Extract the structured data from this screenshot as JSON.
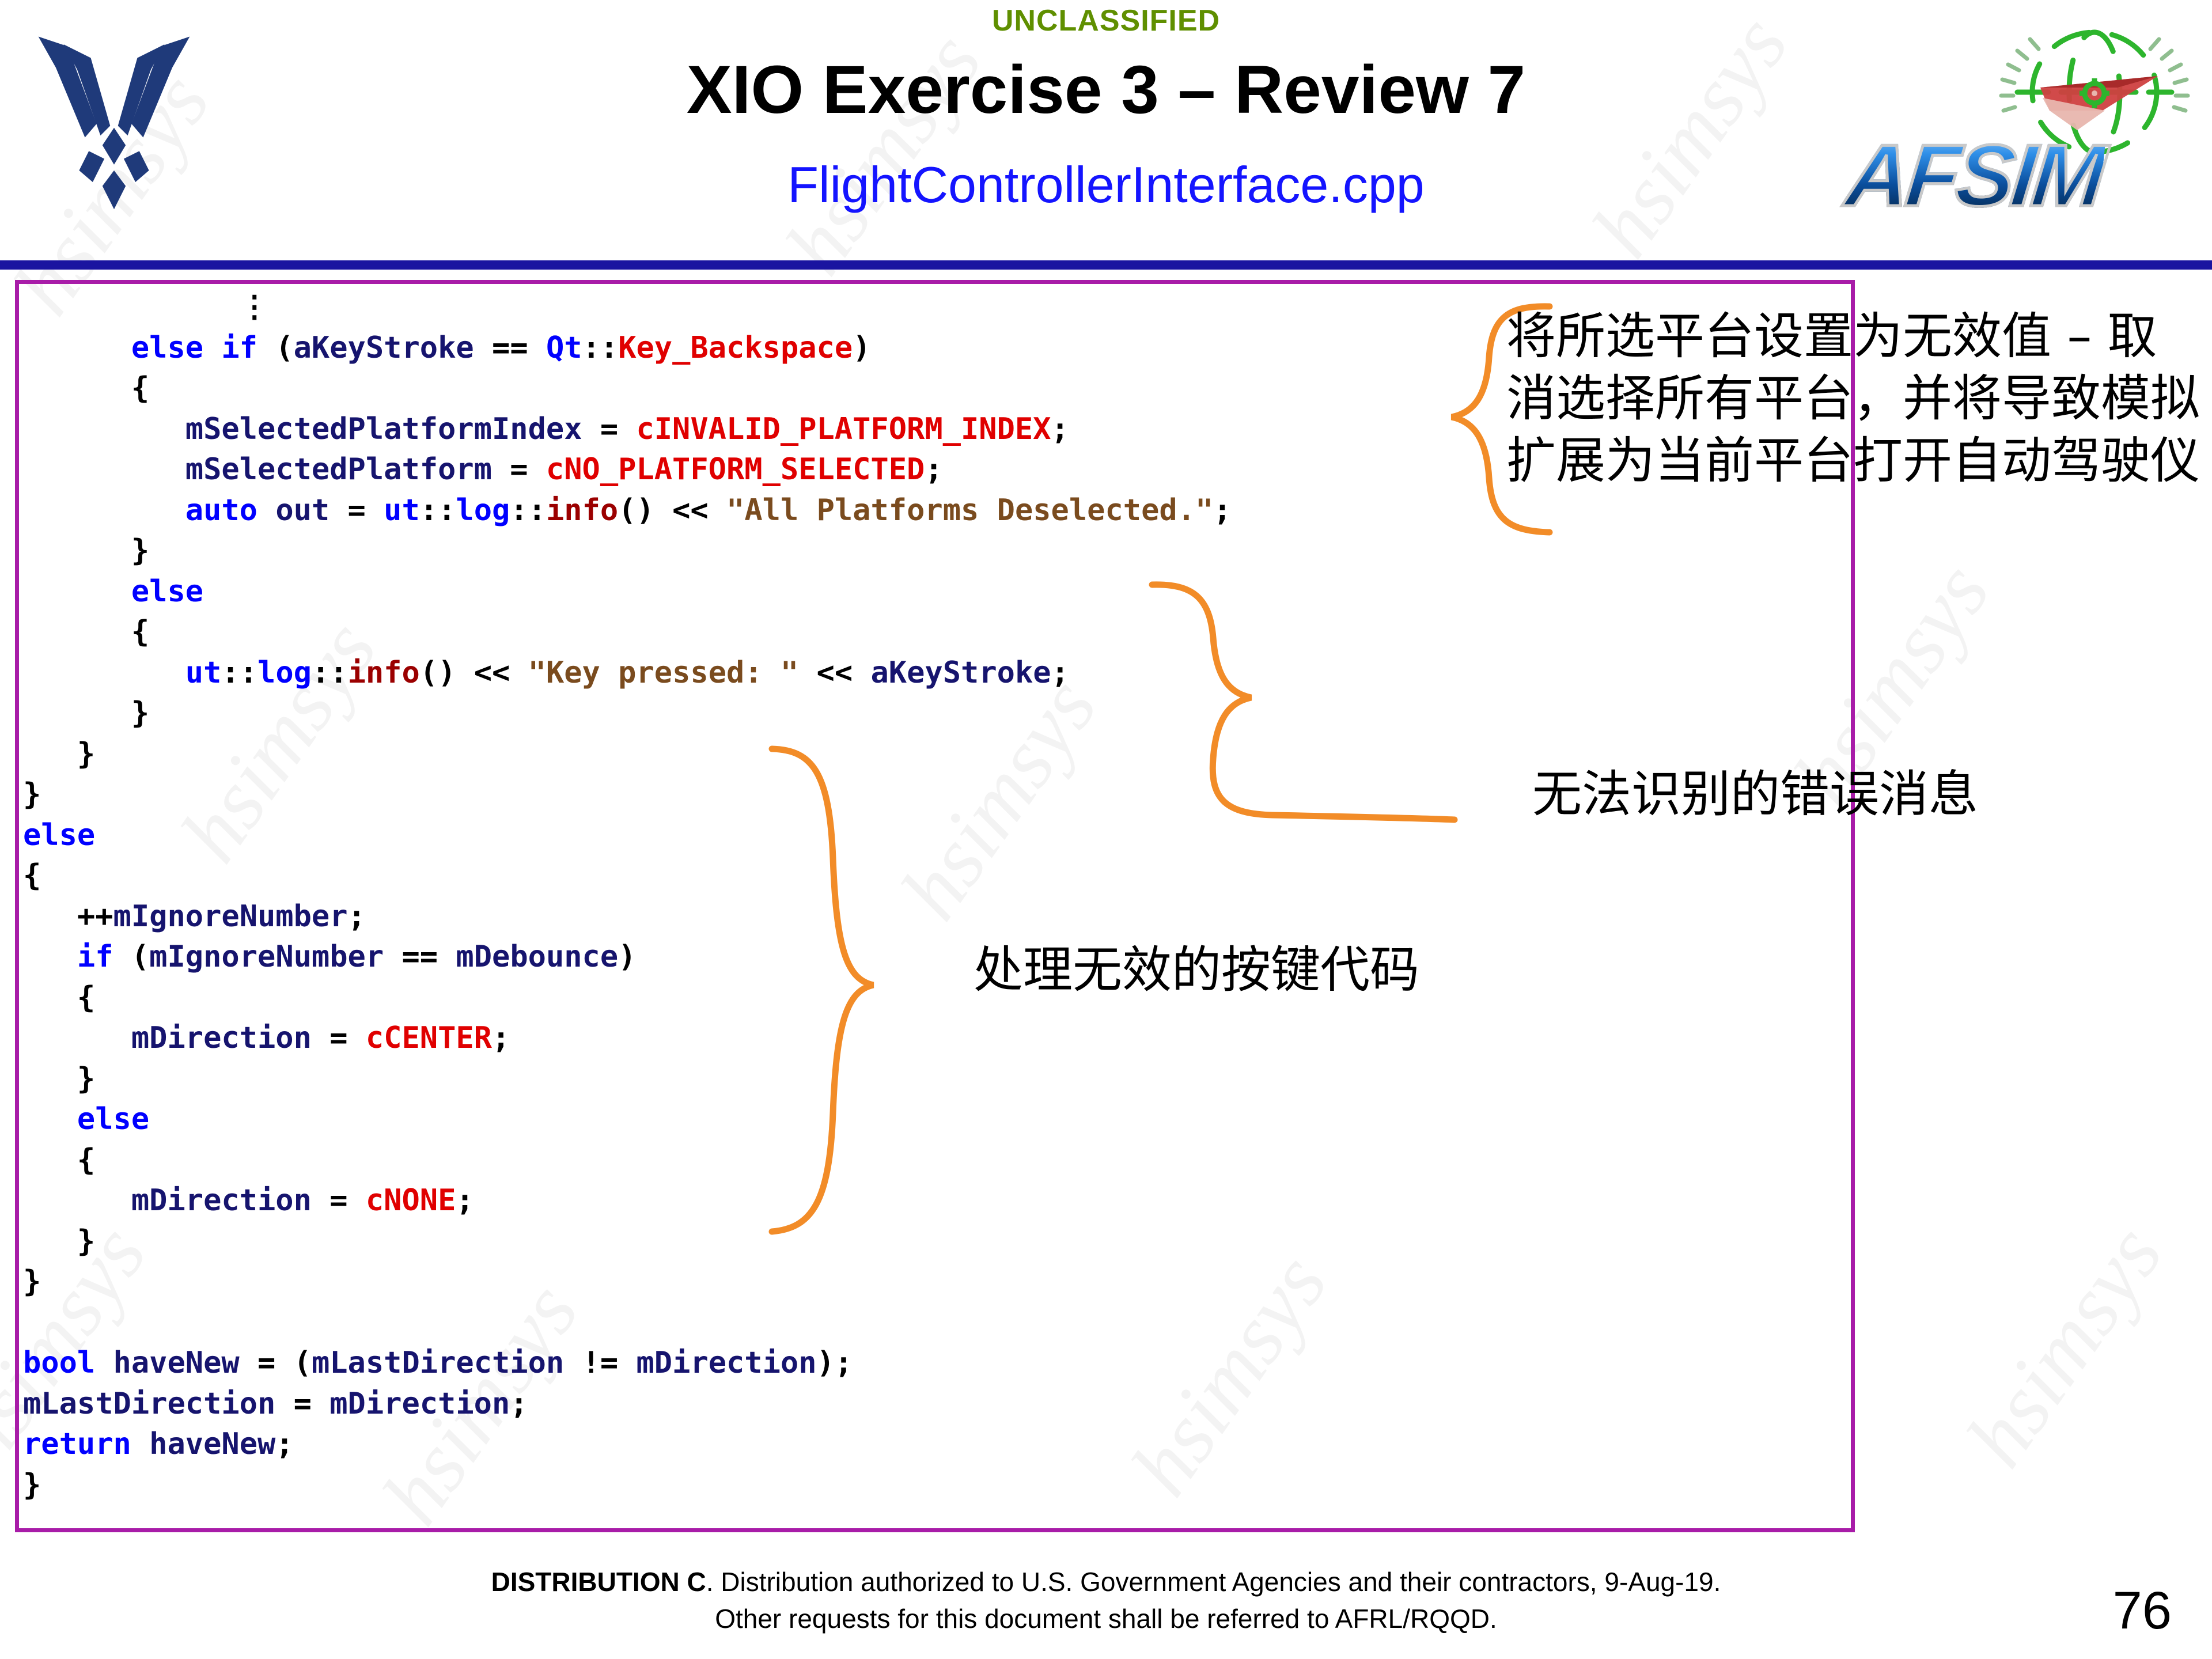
{
  "header": {
    "classification": "UNCLASSIFIED",
    "title": "XIO Exercise 3 – Review 7",
    "subtitle": "FlightControllerInterface.cpp",
    "af_logo_name": "air-force-logo",
    "afsim_logo_text": "AFSIM"
  },
  "colors": {
    "classification_green": "#5f8f00",
    "subtitle_blue": "#1414ff",
    "divider_blue": "#1a14a0",
    "code_border_magenta": "#a81ca8",
    "brace_orange": "#f28c28",
    "keyword_blue": "#0000ff",
    "identifier_navy": "#16146e",
    "constant_red": "#e00000",
    "function_maroon": "#9b0000",
    "string_brown": "#7a4b1e"
  },
  "code": {
    "language": "cpp",
    "lines": [
      [
        {
          "t": "            ",
          "c": "op"
        },
        {
          "t": "⋮",
          "c": "dots"
        }
      ],
      [
        {
          "t": "      ",
          "c": "op"
        },
        {
          "t": "else if",
          "c": "kw"
        },
        {
          "t": " (",
          "c": "op"
        },
        {
          "t": "aKeyStroke",
          "c": "var"
        },
        {
          "t": " == ",
          "c": "op"
        },
        {
          "t": "Qt",
          "c": "ns"
        },
        {
          "t": "::",
          "c": "op"
        },
        {
          "t": "Key_Backspace",
          "c": "cst"
        },
        {
          "t": ")",
          "c": "op"
        }
      ],
      [
        {
          "t": "      {",
          "c": "op"
        }
      ],
      [
        {
          "t": "         ",
          "c": "op"
        },
        {
          "t": "mSelectedPlatformIndex",
          "c": "var"
        },
        {
          "t": " = ",
          "c": "op"
        },
        {
          "t": "cINVALID_PLATFORM_INDEX",
          "c": "cst"
        },
        {
          "t": ";",
          "c": "op"
        }
      ],
      [
        {
          "t": "         ",
          "c": "op"
        },
        {
          "t": "mSelectedPlatform",
          "c": "var"
        },
        {
          "t": " = ",
          "c": "op"
        },
        {
          "t": "cNO_PLATFORM_SELECTED",
          "c": "cst"
        },
        {
          "t": ";",
          "c": "op"
        }
      ],
      [
        {
          "t": "         ",
          "c": "op"
        },
        {
          "t": "auto",
          "c": "kw"
        },
        {
          "t": " ",
          "c": "op"
        },
        {
          "t": "out",
          "c": "var"
        },
        {
          "t": " = ",
          "c": "op"
        },
        {
          "t": "ut",
          "c": "ns"
        },
        {
          "t": "::",
          "c": "op"
        },
        {
          "t": "log",
          "c": "ns"
        },
        {
          "t": "::",
          "c": "op"
        },
        {
          "t": "info",
          "c": "fn"
        },
        {
          "t": "() << ",
          "c": "op"
        },
        {
          "t": "\"All Platforms Deselected.\"",
          "c": "str"
        },
        {
          "t": ";",
          "c": "op"
        }
      ],
      [
        {
          "t": "      }",
          "c": "op"
        }
      ],
      [
        {
          "t": "      ",
          "c": "op"
        },
        {
          "t": "else",
          "c": "kw"
        }
      ],
      [
        {
          "t": "      {",
          "c": "op"
        }
      ],
      [
        {
          "t": "         ",
          "c": "op"
        },
        {
          "t": "ut",
          "c": "ns"
        },
        {
          "t": "::",
          "c": "op"
        },
        {
          "t": "log",
          "c": "ns"
        },
        {
          "t": "::",
          "c": "op"
        },
        {
          "t": "info",
          "c": "fn"
        },
        {
          "t": "() << ",
          "c": "op"
        },
        {
          "t": "\"Key pressed: \"",
          "c": "str"
        },
        {
          "t": " << ",
          "c": "op"
        },
        {
          "t": "aKeyStroke",
          "c": "var"
        },
        {
          "t": ";",
          "c": "op"
        }
      ],
      [
        {
          "t": "      }",
          "c": "op"
        }
      ],
      [
        {
          "t": "   }",
          "c": "op"
        }
      ],
      [
        {
          "t": "}",
          "c": "op"
        }
      ],
      [
        {
          "t": "",
          "c": "op"
        },
        {
          "t": "else",
          "c": "kw"
        }
      ],
      [
        {
          "t": "{",
          "c": "op"
        }
      ],
      [
        {
          "t": "   ",
          "c": "op"
        },
        {
          "t": "++",
          "c": "op"
        },
        {
          "t": "mIgnoreNumber",
          "c": "var"
        },
        {
          "t": ";",
          "c": "op"
        }
      ],
      [
        {
          "t": "   ",
          "c": "op"
        },
        {
          "t": "if",
          "c": "kw"
        },
        {
          "t": " (",
          "c": "op"
        },
        {
          "t": "mIgnoreNumber",
          "c": "var"
        },
        {
          "t": " == ",
          "c": "op"
        },
        {
          "t": "mDebounce",
          "c": "var"
        },
        {
          "t": ")",
          "c": "op"
        }
      ],
      [
        {
          "t": "   {",
          "c": "op"
        }
      ],
      [
        {
          "t": "      ",
          "c": "op"
        },
        {
          "t": "mDirection",
          "c": "var"
        },
        {
          "t": " = ",
          "c": "op"
        },
        {
          "t": "cCENTER",
          "c": "cst"
        },
        {
          "t": ";",
          "c": "op"
        }
      ],
      [
        {
          "t": "   }",
          "c": "op"
        }
      ],
      [
        {
          "t": "   ",
          "c": "op"
        },
        {
          "t": "else",
          "c": "kw"
        }
      ],
      [
        {
          "t": "   {",
          "c": "op"
        }
      ],
      [
        {
          "t": "      ",
          "c": "op"
        },
        {
          "t": "mDirection",
          "c": "var"
        },
        {
          "t": " = ",
          "c": "op"
        },
        {
          "t": "cNONE",
          "c": "cst"
        },
        {
          "t": ";",
          "c": "op"
        }
      ],
      [
        {
          "t": "   }",
          "c": "op"
        }
      ],
      [
        {
          "t": "}",
          "c": "op"
        }
      ],
      [
        {
          "t": "",
          "c": "op"
        }
      ],
      [
        {
          "t": "",
          "c": "op"
        },
        {
          "t": "bool",
          "c": "kw"
        },
        {
          "t": " ",
          "c": "op"
        },
        {
          "t": "haveNew",
          "c": "var"
        },
        {
          "t": " = (",
          "c": "op"
        },
        {
          "t": "mLastDirection",
          "c": "var"
        },
        {
          "t": " != ",
          "c": "op"
        },
        {
          "t": "mDirection",
          "c": "var"
        },
        {
          "t": ");",
          "c": "op"
        }
      ],
      [
        {
          "t": "",
          "c": "op"
        },
        {
          "t": "mLastDirection",
          "c": "var"
        },
        {
          "t": " = ",
          "c": "op"
        },
        {
          "t": "mDirection",
          "c": "var"
        },
        {
          "t": ";",
          "c": "op"
        }
      ],
      [
        {
          "t": "",
          "c": "op"
        },
        {
          "t": "return",
          "c": "kw"
        },
        {
          "t": " ",
          "c": "op"
        },
        {
          "t": "haveNew",
          "c": "var"
        },
        {
          "t": ";",
          "c": "op"
        }
      ],
      [
        {
          "t": "}",
          "c": "op"
        }
      ]
    ]
  },
  "annotations": [
    {
      "id": "annot-1",
      "text": "将所选平台设置为无效值 – 取消选择所有平台，并将导致模拟扩展为当前平台打开自动驾驶仪"
    },
    {
      "id": "annot-2",
      "text": "无法识别的错误消息"
    },
    {
      "id": "annot-3",
      "text": "处理无效的按键代码"
    }
  ],
  "footer": {
    "line1_bold": "DISTRIBUTION C",
    "line1_rest": ". Distribution authorized to U.S. Government Agencies and their contractors, 9-Aug-19.",
    "line2": "Other requests for this document shall be referred to AFRL/RQQD.",
    "page_number": "76"
  },
  "watermark": {
    "text": "hsimsys"
  }
}
